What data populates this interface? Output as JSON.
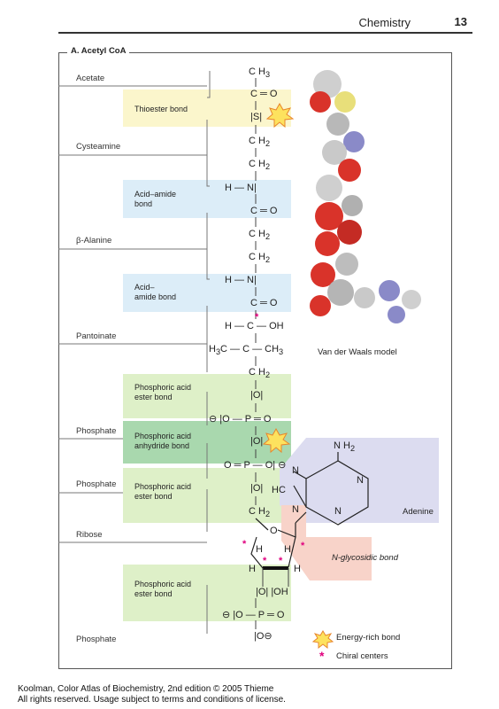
{
  "header": {
    "title": "Chemistry",
    "page": "13"
  },
  "panel": {
    "title": "A. Acetyl CoA"
  },
  "segments": [
    "Acetate",
    "Cysteamine",
    "β-Alanine",
    "Pantoinate",
    "Phosphate",
    "Phosphate",
    "Ribose",
    "Phosphate"
  ],
  "bonds": {
    "thioester": "Thioester bond",
    "acid_amide_1a": "Acid–amide",
    "acid_amide_1b": "bond",
    "acid_amide_2a": "Acid–",
    "acid_amide_2b": "amide bond",
    "phosphoric_ester_1a": "Phosphoric acid",
    "phosphoric_ester_1b": "ester bond",
    "anhydride_a": "Phosphoric acid",
    "anhydride_b": "anhydride bond",
    "phosphoric_ester_2a": "Phosphoric acid",
    "phosphoric_ester_2b": "ester bond",
    "phosphoric_ester_3a": "Phosphoric acid",
    "phosphoric_ester_3b": "ester bond",
    "n_glycosidic": "N-glycosidic bond"
  },
  "molecule_model_label": "Van der Waals model",
  "adenine_label": "Adenine",
  "legend": {
    "energy_rich": "Energy-rich bond",
    "chiral": "Chiral centers"
  },
  "colors": {
    "yellow_box": "#fbf6cc",
    "blue_box": "#dcedf8",
    "green_box": "#def0c8",
    "green_dark": "#a9d8ae",
    "purple_box": "#dcdcf0",
    "pink_box": "#f8d3c9",
    "chiral_star": "#e0007e"
  },
  "footer": {
    "line1": "Koolman, Color Atlas of Biochemistry, 2nd edition © 2005 Thieme",
    "line2": "All rights reserved. Usage subject to terms and conditions of license."
  }
}
